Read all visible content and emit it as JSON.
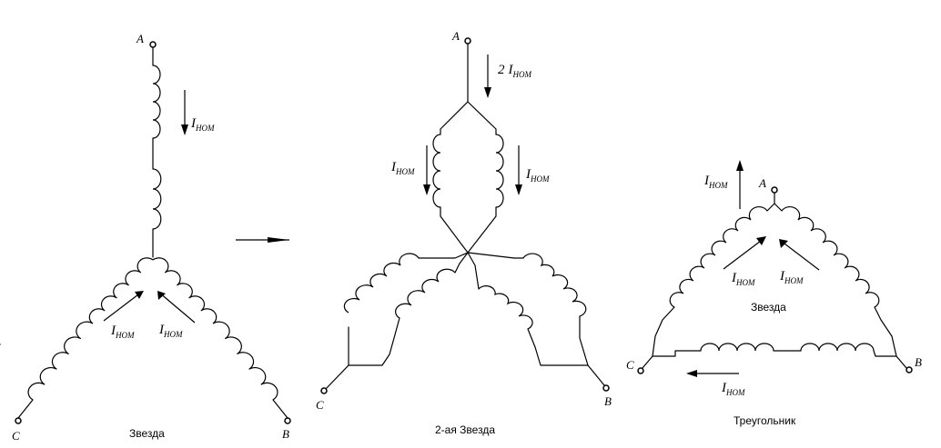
{
  "star": {
    "caption": "Звезда",
    "terminals": {
      "a": "A",
      "b": "B",
      "c": "C"
    },
    "current_top": {
      "symbol": "I",
      "subscript": "НОМ"
    },
    "current_left": {
      "symbol": "I",
      "subscript": "НОМ"
    },
    "current_right": {
      "symbol": "I",
      "subscript": "НОМ"
    }
  },
  "double_star": {
    "caption": "2-ая Звезда",
    "terminals": {
      "a": "A",
      "b": "B",
      "c": "C"
    },
    "current_top": {
      "coefficient": "2",
      "symbol": "I",
      "subscript": "НОМ"
    },
    "current_left": {
      "symbol": "I",
      "subscript": "НОМ"
    },
    "current_right": {
      "symbol": "I",
      "subscript": "НОМ"
    }
  },
  "triangle": {
    "caption": "Треугольник",
    "inner_label": "Звезда",
    "terminals": {
      "a": "A",
      "b": "B",
      "c": "C"
    },
    "current_top": {
      "symbol": "I",
      "subscript": "НОМ"
    },
    "current_left": {
      "symbol": "I",
      "subscript": "НОМ"
    },
    "current_right": {
      "symbol": "I",
      "subscript": "НОМ"
    },
    "current_bottom": {
      "symbol": "I",
      "subscript": "НОМ"
    }
  }
}
